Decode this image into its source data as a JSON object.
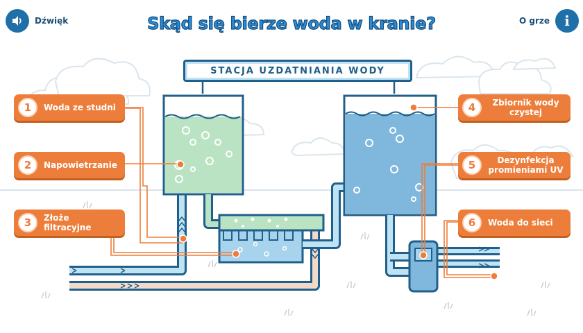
{
  "header": {
    "title": "Skąd się bierze woda w kranie?",
    "sound_label": "Dźwięk",
    "sound_icon": "speaker-icon",
    "about_label": "O grze",
    "about_icon": "info-icon",
    "about_glyph": "i"
  },
  "station": {
    "label": "STACJA UZDATNIANIA WODY"
  },
  "steps": [
    {
      "num": "1",
      "label": "Woda ze studni"
    },
    {
      "num": "2",
      "label": "Napowietrzanie"
    },
    {
      "num": "3",
      "label": "Złoże filtracyjne"
    },
    {
      "num": "4",
      "label": "Zbiornik wody czystej"
    },
    {
      "num": "5",
      "label": "Dezynfekcja promieniami UV"
    },
    {
      "num": "6",
      "label": "Woda do sieci"
    }
  ],
  "colors": {
    "orange": "#ed7d3a",
    "dark_blue": "#1f5f8b",
    "title_blue": "#2b8cd6",
    "green_water": "#b9e3c3",
    "clean_water": "#7fb8dc",
    "pipe_light": "#bfe3f3"
  }
}
